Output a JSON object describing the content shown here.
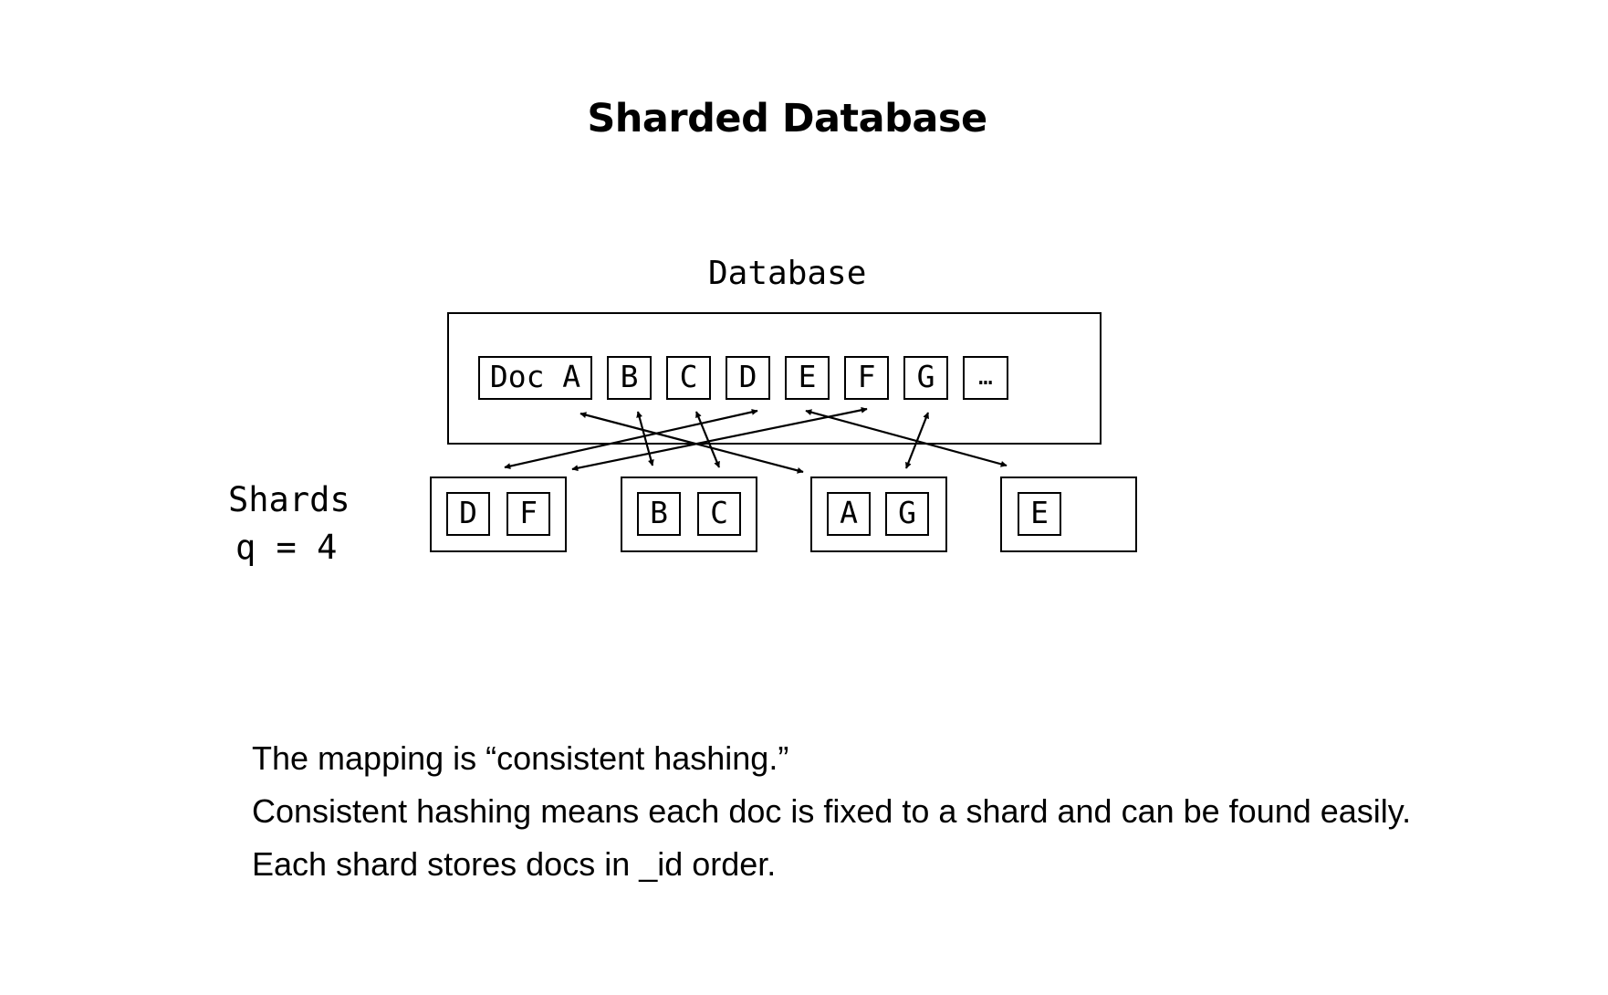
{
  "title": "Sharded Database",
  "database": {
    "label": "Database",
    "docs": [
      "Doc A",
      "B",
      "C",
      "D",
      "E",
      "F",
      "G",
      "…"
    ]
  },
  "shards": {
    "label": "Shards",
    "q_label": "q = 4",
    "groups": [
      {
        "docs": [
          "D",
          "F"
        ]
      },
      {
        "docs": [
          "B",
          "C"
        ]
      },
      {
        "docs": [
          "A",
          "G"
        ]
      },
      {
        "docs": [
          "E"
        ]
      }
    ]
  },
  "notes": [
    "The mapping is “consistent hashing.”",
    "Consistent hashing means each doc is fixed to a shard and can be found easily.",
    "Each shard stores docs in _id order."
  ]
}
